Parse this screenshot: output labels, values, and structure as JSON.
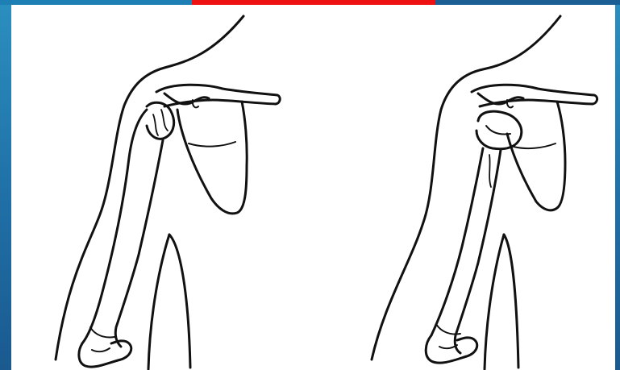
{
  "colors": {
    "background_top": "#2b8fbf",
    "background_bottom": "#1a5a8f",
    "topbar_left": "#1e7fb4",
    "topbar_accent": "#ee1111",
    "topbar_right": "#1b5f94",
    "canvas": "#ffffff",
    "line": "#111111"
  },
  "figures": [
    {
      "id": "left",
      "depiction": "shoulder-normal",
      "icon": "arm-skeleton-icon"
    },
    {
      "id": "right",
      "depiction": "shoulder-forward-displacement",
      "icon": "arm-skeleton-icon"
    }
  ]
}
